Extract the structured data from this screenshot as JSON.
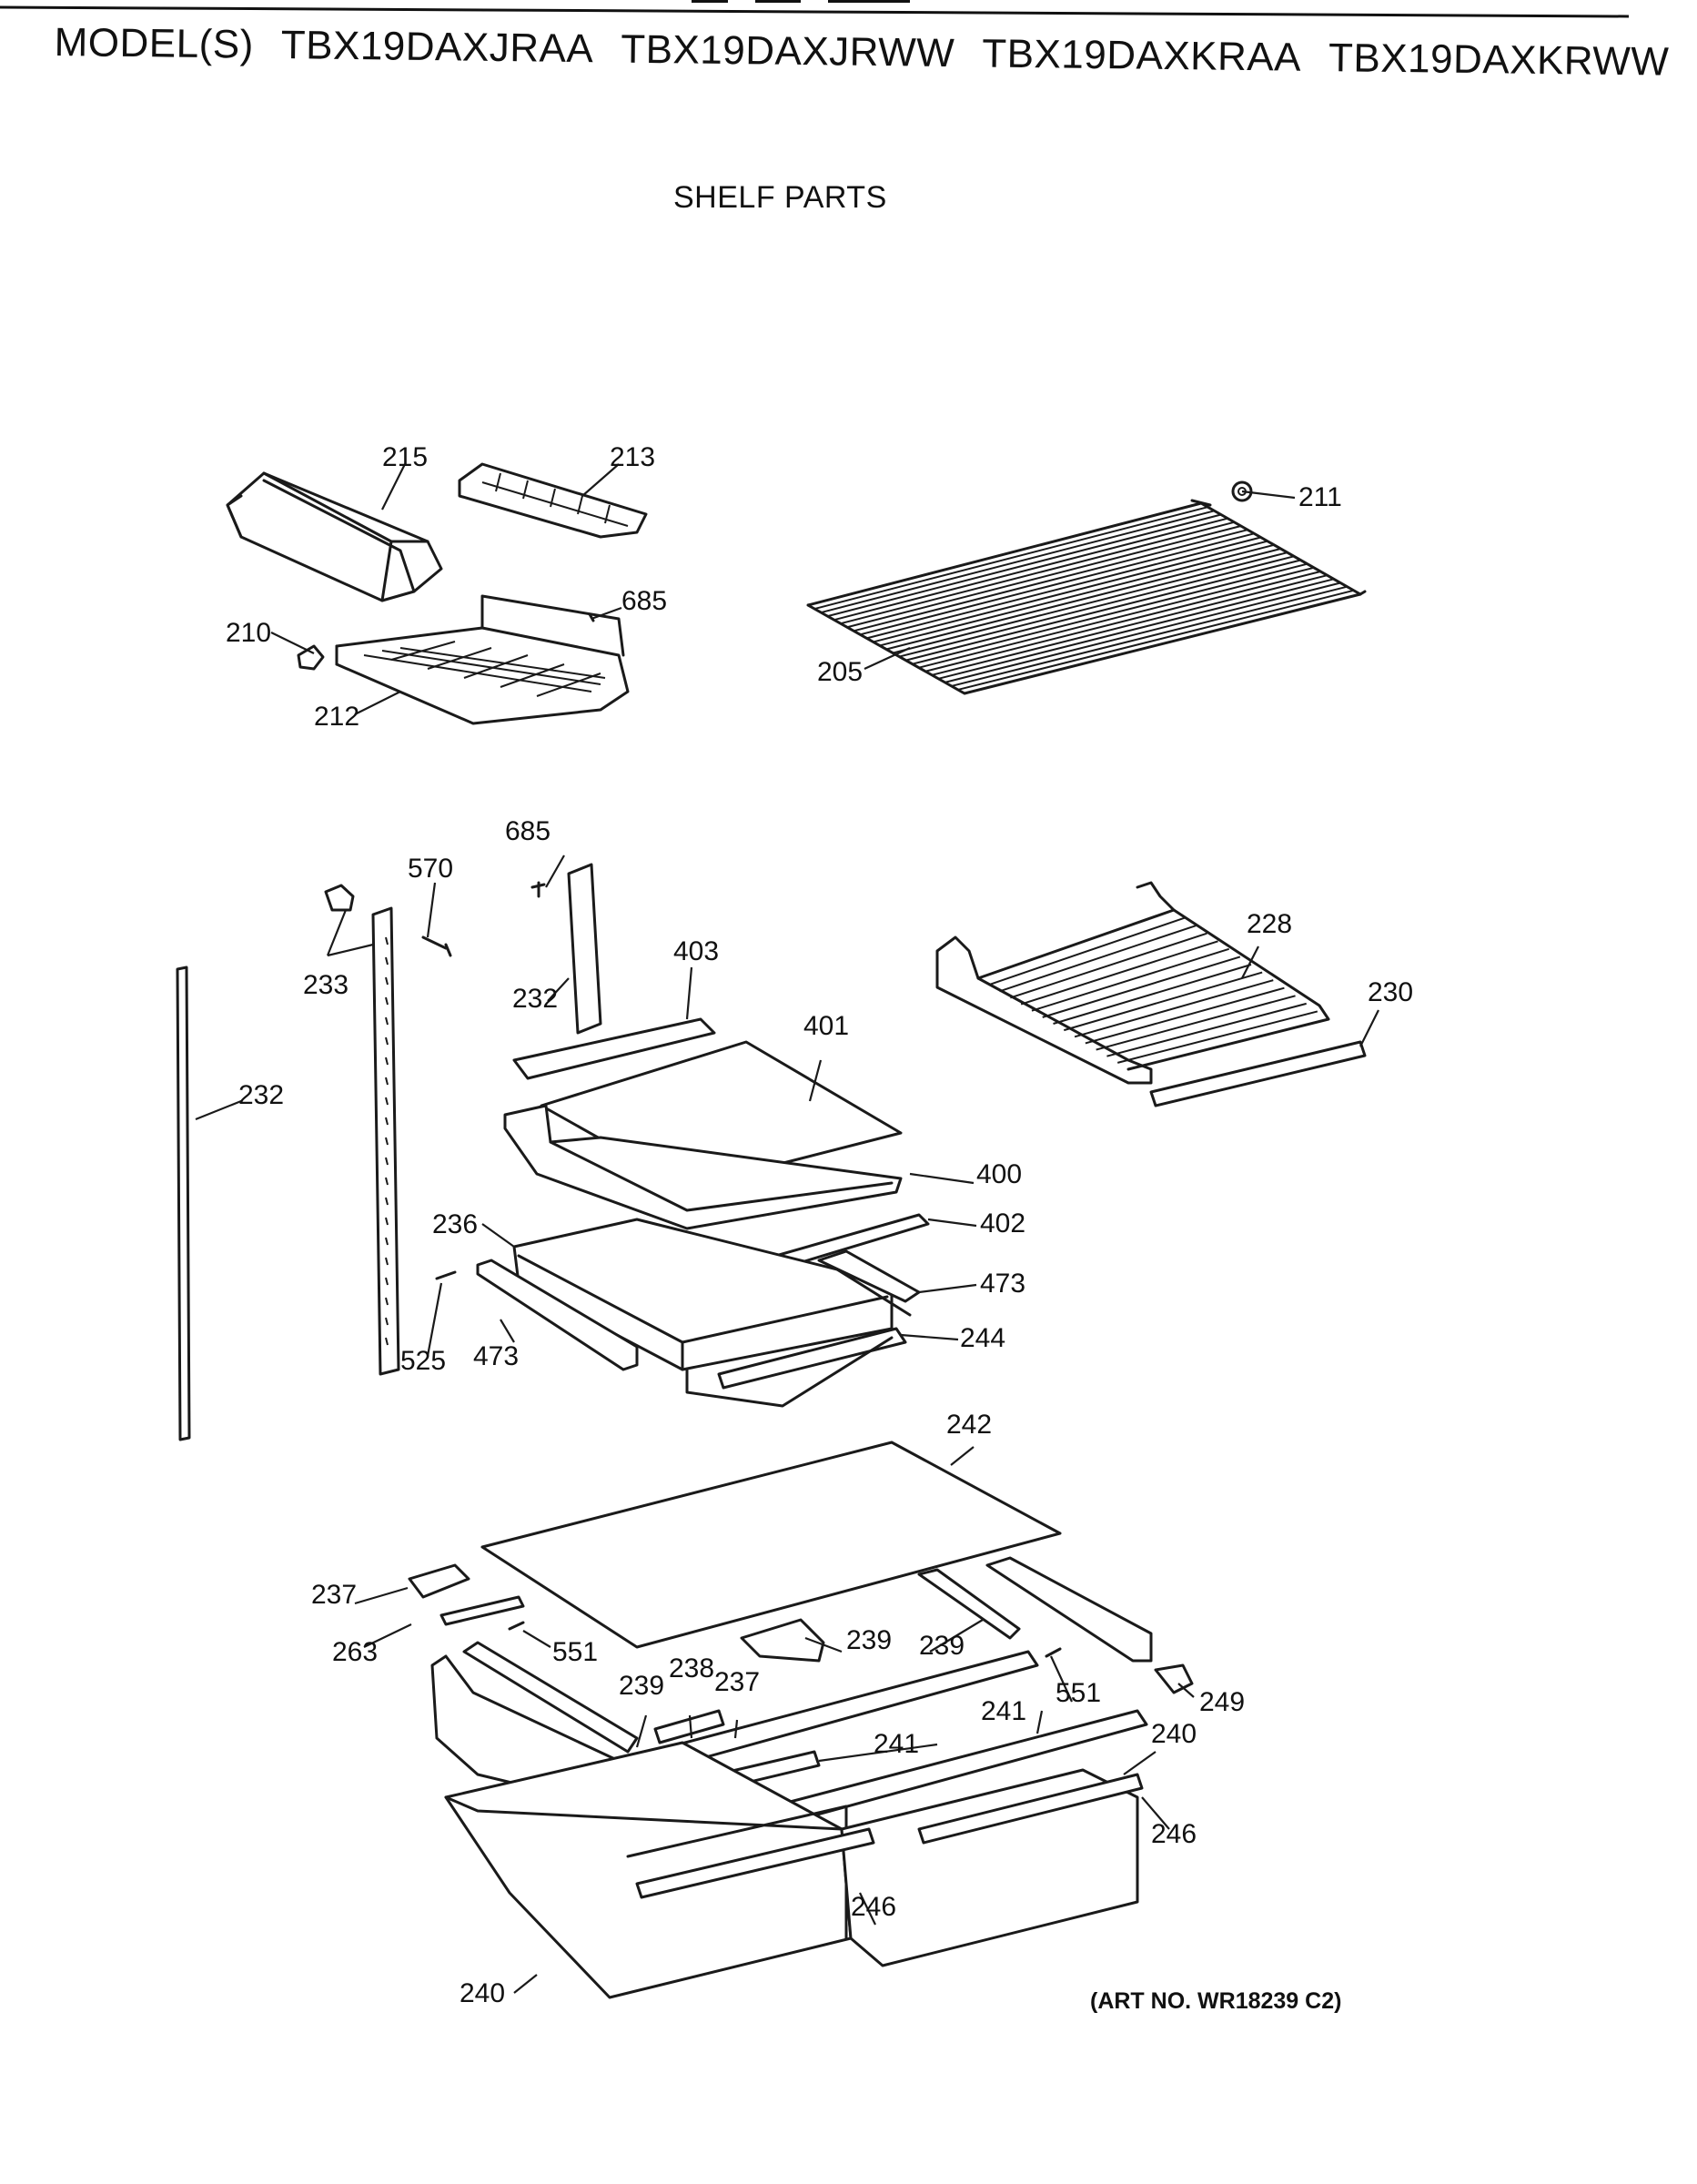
{
  "models": {
    "prefix": "MODEL(S)",
    "list": [
      "TBX19DAXJRAA",
      "TBX19DAXJRWW",
      "TBX19DAXKRAA",
      "TBX19DAXKRWW"
    ]
  },
  "section_title": "SHELF PARTS",
  "art_number": "(ART NO. WR18239 C2)",
  "callouts": {
    "c215": "215",
    "c213": "213",
    "c211": "211",
    "c685a": "685",
    "c210": "210",
    "c212": "212",
    "c205": "205",
    "c685b": "685",
    "c570": "570",
    "c233": "233",
    "c232a": "232",
    "c403": "403",
    "c228": "228",
    "c230": "230",
    "c401": "401",
    "c232b": "232",
    "c400": "400",
    "c236": "236",
    "c402": "402",
    "c473a": "473",
    "c525": "525",
    "c473b": "473",
    "c244": "244",
    "c242": "242",
    "c237a": "237",
    "c263": "263",
    "c551a": "551",
    "c239a": "239",
    "c239b": "239",
    "c238": "238",
    "c237b": "237",
    "c239c": "239",
    "c551b": "551",
    "c249": "249",
    "c241a": "241",
    "c241b": "241",
    "c240a": "240",
    "c246a": "246",
    "c246b": "246",
    "c240b": "240"
  }
}
